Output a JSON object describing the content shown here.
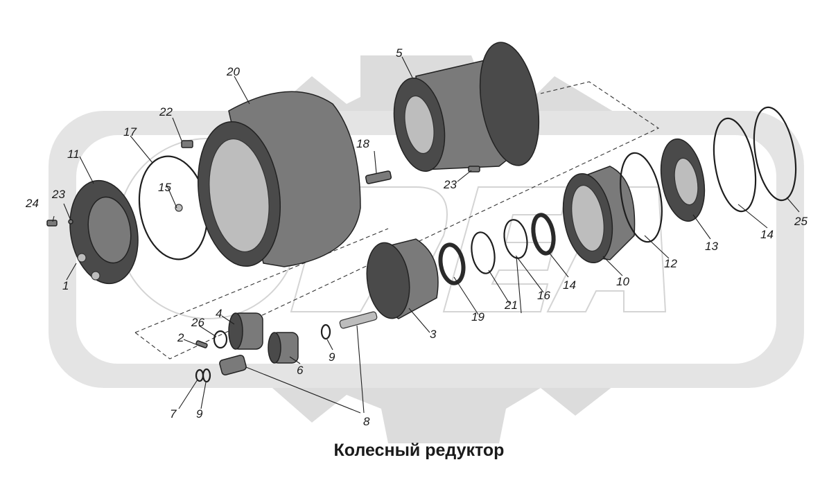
{
  "caption": "Колесный редуктор",
  "watermark": {
    "logo_text": "РЕА",
    "color": "#d9d9d9"
  },
  "callouts": [
    "1",
    "2",
    "3",
    "4",
    "5",
    "6",
    "7",
    "8",
    "9",
    "9",
    "10",
    "11",
    "12",
    "13",
    "14",
    "14",
    "15",
    "16",
    "17",
    "18",
    "19",
    "20",
    "21",
    "22",
    "23",
    "23",
    "24",
    "25",
    "26"
  ],
  "colors": {
    "part_dark": "#4a4a4a",
    "part_light": "#bdbdbd",
    "text": "#1a1a1a"
  }
}
